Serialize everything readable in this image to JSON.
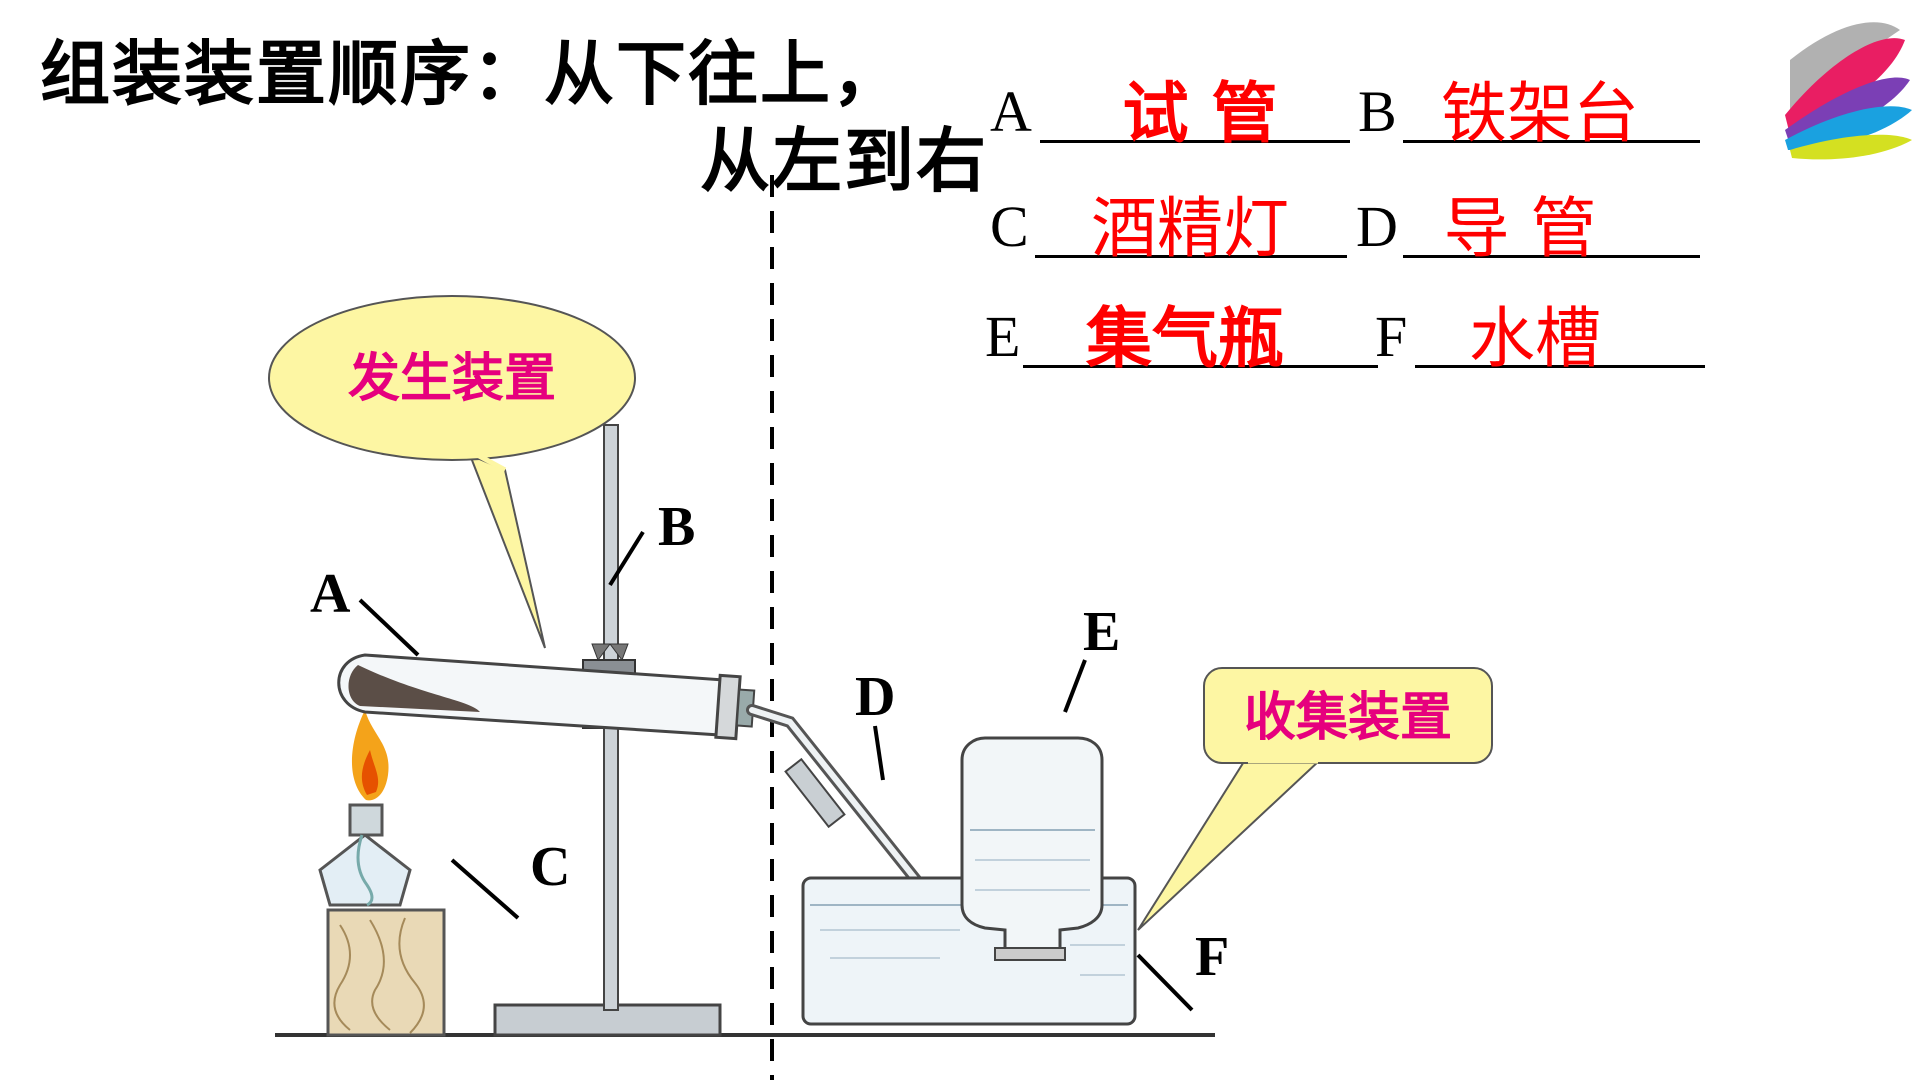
{
  "heading": {
    "line1": "组装装置顺序：从下往上，",
    "line2": "从左到右"
  },
  "answers": {
    "A": {
      "letter": "A",
      "text": "试 管"
    },
    "B": {
      "letter": "B",
      "text": "铁架台"
    },
    "C": {
      "letter": "C",
      "text": "酒精灯"
    },
    "D": {
      "letter": "D",
      "text": "导 管"
    },
    "E": {
      "letter": "E",
      "text": "集气瓶"
    },
    "F": {
      "letter": "F",
      "text": "水槽"
    }
  },
  "diagram": {
    "callout_left": "发生装置",
    "callout_right": "收集装置",
    "labels": {
      "A": "A",
      "B": "B",
      "C": "C",
      "D": "D",
      "E": "E",
      "F": "F"
    }
  },
  "colors": {
    "answer_red": "#ff0000",
    "callout_text": "#e6007e",
    "callout_fill": "#fdf6a3",
    "flame": "#f4a31a"
  }
}
